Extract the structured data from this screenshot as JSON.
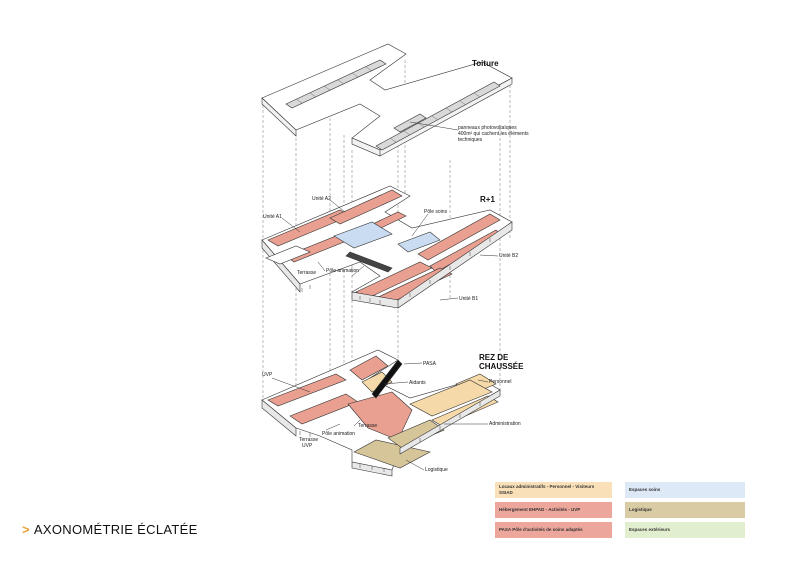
{
  "levels": {
    "roof": "Toiture",
    "first": "R+1",
    "ground_line1": "REZ DE",
    "ground_line2": "CHAUSSÉE"
  },
  "annotations": {
    "pv_line1": "panneaux photovoltaïques",
    "pv_line2": "400m² qui cachent les éléments",
    "pv_line3": "techniques",
    "unite_a2": "Unité A2",
    "unite_a1": "Unité A1",
    "pole_soins": "Pôle soins",
    "terrasse_r1": "Terrasse",
    "pole_animation_r1": "Pôle animation",
    "unite_b2": "Unité B2",
    "unite_b1": "Unité B1",
    "pasa": "PASA",
    "uvp": "UVP",
    "aidants": "Aidants",
    "personnel": "Personnel",
    "administration": "Administration",
    "terrasse_rdc": "Terrasse",
    "pole_animation_rdc": "Pôle animation",
    "terrasse_uvp_line1": "Terrasse",
    "terrasse_uvp_line2": "UVP",
    "logistique": "Logistique"
  },
  "legend": [
    {
      "label": "Locaux administratifs - Personnel - Visiteurs SSIAD",
      "color": "#f9e0b9"
    },
    {
      "label": "Espaces soins",
      "color": "#dde9f7"
    },
    {
      "label": "Hébergement EHPAD - Activités - UVP",
      "color": "#eca69b"
    },
    {
      "label": "Logistique",
      "color": "#d9cba3"
    },
    {
      "label": "PASA Pôle d'activités de soins adaptés",
      "color": "#eca69b"
    },
    {
      "label": "Espaces extérieurs",
      "color": "#e2efcf"
    }
  ],
  "title": {
    "arrow": ">",
    "text": "AXONOMÉTRIE ÉCLATÉE"
  },
  "colors": {
    "hebergement": "#e9a091",
    "soins": "#c9dcf2",
    "logistique": "#d7c59a",
    "admin": "#f5d9a8",
    "line": "#333333",
    "roof": "#ffffff"
  }
}
